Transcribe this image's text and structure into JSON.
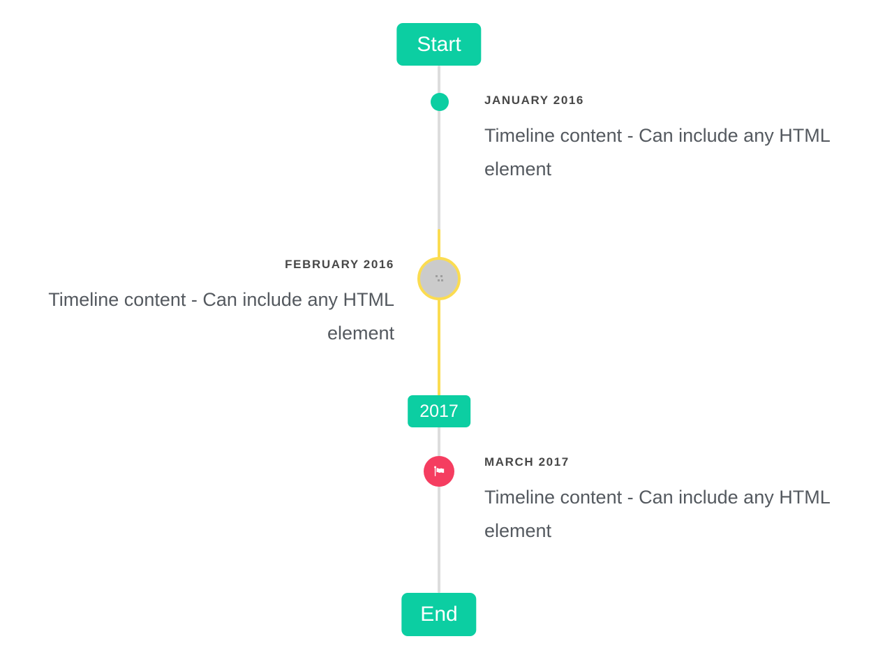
{
  "colors": {
    "accent": "#0CCEA2",
    "highlight": "#FBDC51",
    "flag": "#F53D60",
    "line": "#DDDDDD",
    "marker_fill": "#CBCBCB",
    "title_text": "#474747",
    "content_text": "#54595F",
    "badge_text": "#FFFFFF"
  },
  "timeline": {
    "start_label": "Start",
    "end_label": "End",
    "year_badge_label": "2017",
    "items": [
      {
        "title": "JANUARY 2016",
        "content": "Timeline content - Can include any HTML element",
        "side": "right",
        "marker": "dot-icon"
      },
      {
        "title": "FEBRUARY 2016",
        "content": "Timeline content - Can include any HTML element",
        "side": "left",
        "marker": "image-circle-icon"
      },
      {
        "title": "MARCH 2017",
        "content": "Timeline content - Can include any HTML element",
        "side": "right",
        "marker": "flag-icon"
      }
    ]
  }
}
